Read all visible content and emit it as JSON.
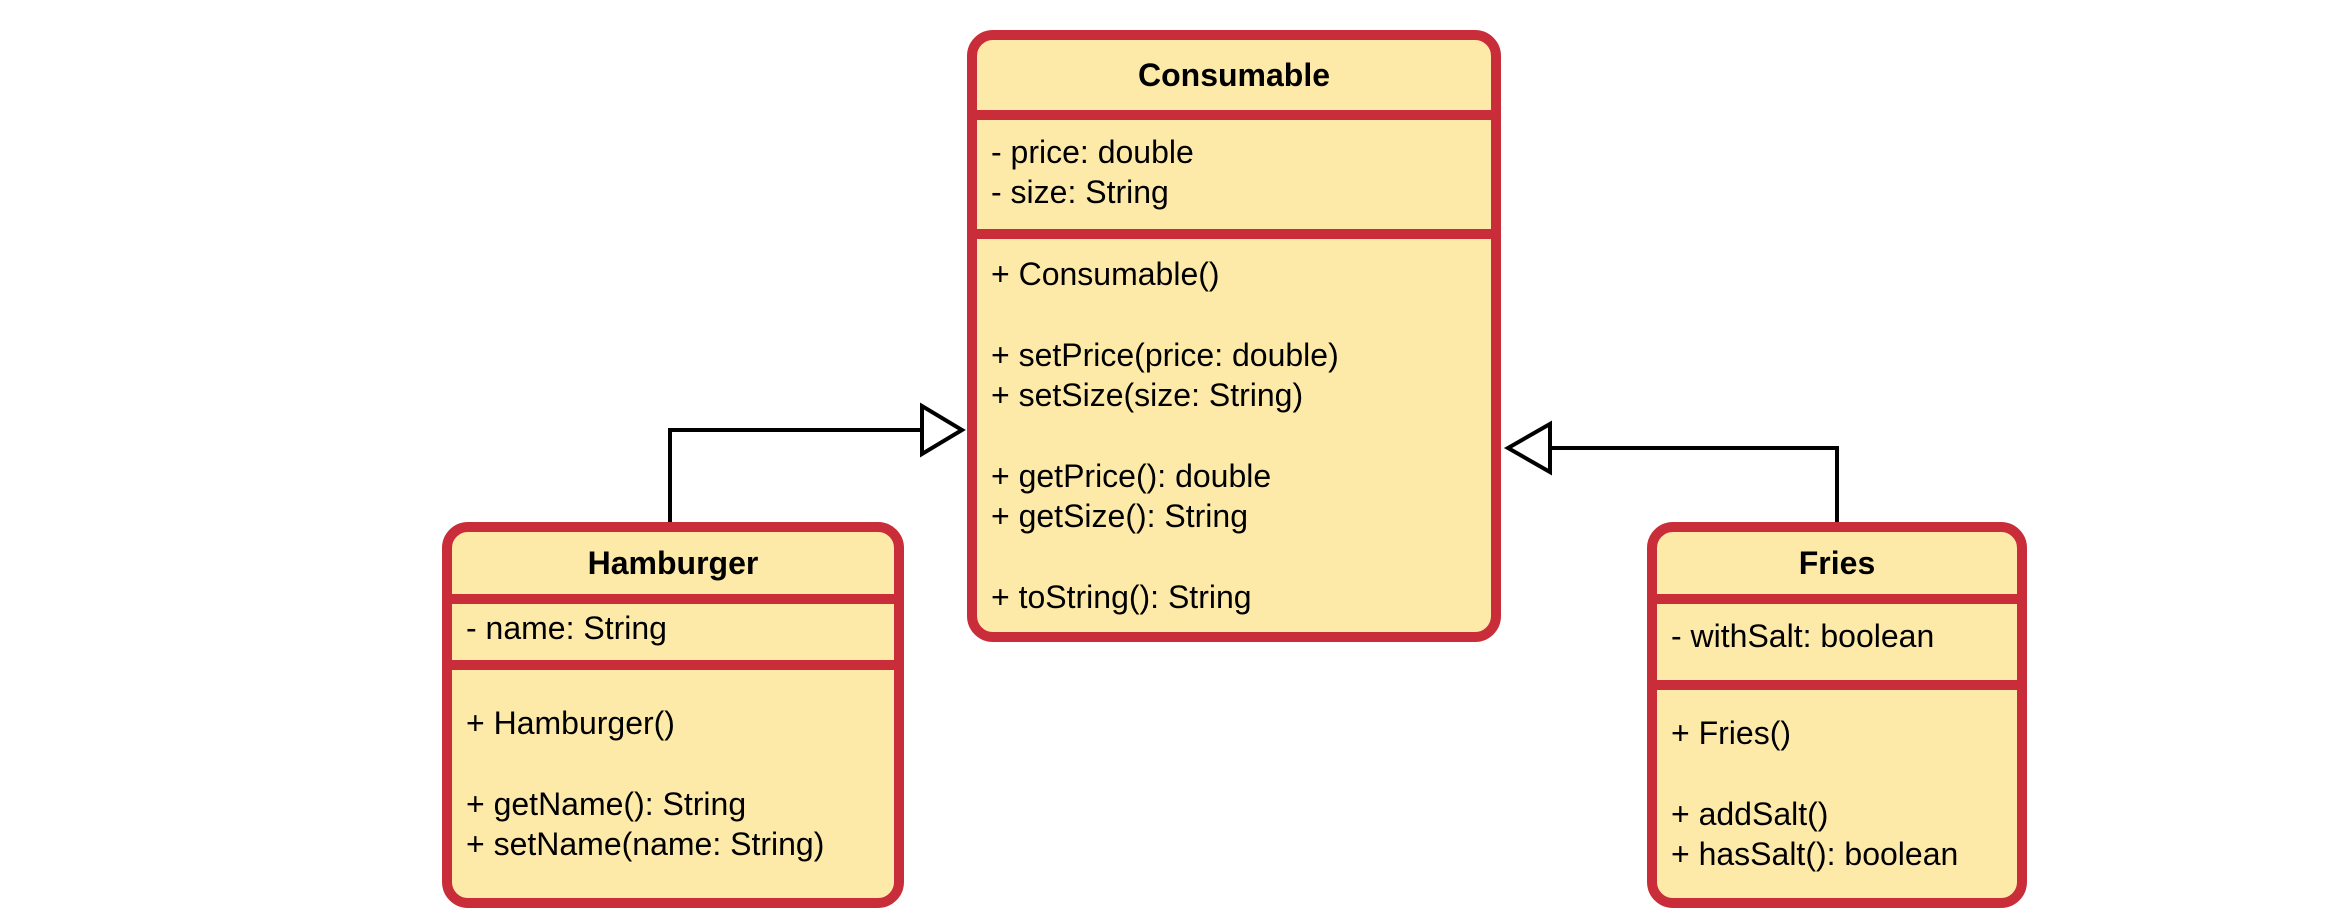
{
  "diagram": {
    "type": "uml-class-diagram",
    "colors": {
      "border": "#c92d39",
      "fill": "#feeaa8",
      "connector": "#000000"
    },
    "classes": {
      "consumable": {
        "name": "Consumable",
        "attributes": [
          "- price: double",
          "- size: String"
        ],
        "methods": [
          [
            "+ Consumable()"
          ],
          [
            "+ setPrice(price: double)",
            "+ setSize(size: String)"
          ],
          [
            "+ getPrice(): double",
            "+ getSize(): String"
          ],
          [
            "+ toString(): String"
          ]
        ]
      },
      "hamburger": {
        "name": "Hamburger",
        "attributes": [
          "- name: String"
        ],
        "methods": [
          [
            "+ Hamburger()"
          ],
          [
            "+ getName(): String",
            "+ setName(name: String)"
          ]
        ]
      },
      "fries": {
        "name": "Fries",
        "attributes": [
          "- withSalt: boolean"
        ],
        "methods": [
          [
            "+ Fries()"
          ],
          [
            "+ addSalt()",
            "+ hasSalt(): boolean"
          ]
        ]
      }
    },
    "relations": [
      {
        "type": "generalization",
        "from": "Hamburger",
        "to": "Consumable"
      },
      {
        "type": "generalization",
        "from": "Fries",
        "to": "Consumable"
      }
    ]
  }
}
